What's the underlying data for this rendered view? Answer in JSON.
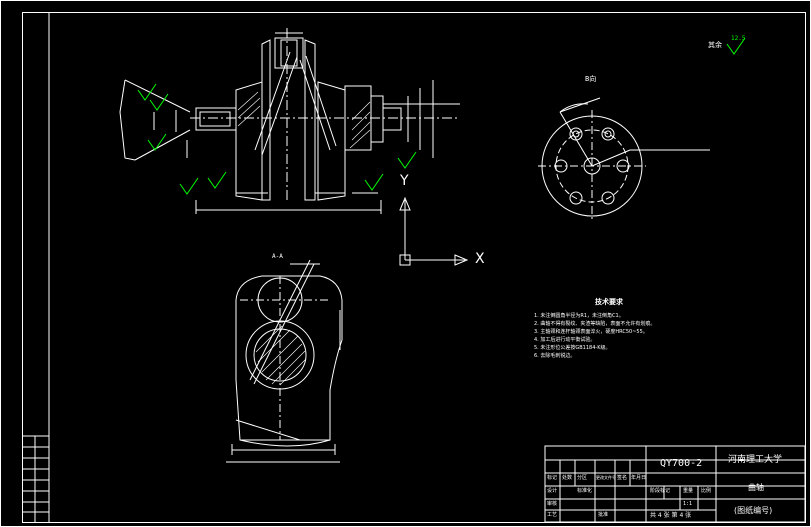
{
  "drawing": {
    "drawing_number": "QY700-2",
    "school": "河南理工大学",
    "part_name": "曲轴",
    "drawing_code": "(图纸编号)",
    "sheet_info": "共 4 张  第 4 张",
    "roughness_other": "其余",
    "roughness_other_value": "12.5",
    "tech_req_title": "技术要求",
    "tech_req_lines": [
      "1. 未注倒圆角半径为R1，未注倒角C1。",
      "2. 曲轴不得有裂纹、夹渣等缺陷，表面不允许有划痕。",
      "3. 主轴颈和连杆轴颈表面淬火，硬度HRC50~55。",
      "4. 加工后进行动平衡试验。",
      "5. 未注形位公差按GB1184-K级。",
      "6. 去除毛刺锐边。"
    ],
    "section_label_aa": "A-A",
    "view_label_b": "B向"
  },
  "ucs": {
    "x_label": "X",
    "y_label": "Y"
  },
  "title_block": {
    "labels": [
      "标记",
      "处数",
      "分区",
      "更改文件号",
      "签名",
      "年月日",
      "设计",
      "标准化",
      "阶段标记",
      "重量",
      "比例",
      "审核",
      "工艺",
      "批准"
    ],
    "scale": "1:1"
  },
  "colors": {
    "background": "#000000",
    "line": "#ffffff",
    "dimension_green": "#00ff00",
    "hatch": "#ffffff"
  }
}
